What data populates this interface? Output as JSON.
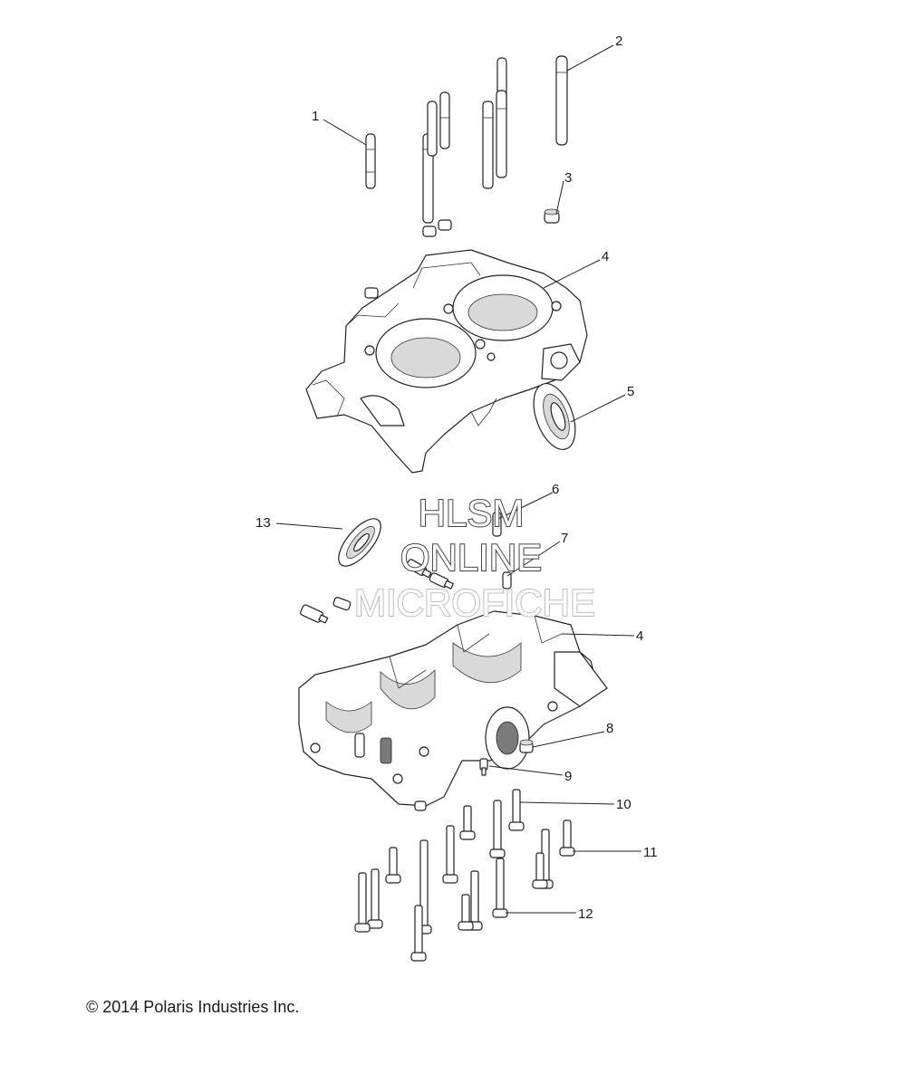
{
  "callouts": {
    "c1": "1",
    "c2": "2",
    "c3": "3",
    "c4_upper": "4",
    "c5": "5",
    "c6": "6",
    "c7": "7",
    "c13": "13",
    "c4_lower": "4",
    "c8": "8",
    "c9": "9",
    "c10": "10",
    "c11": "11",
    "c12": "12"
  },
  "watermark": {
    "line1": "HLSM",
    "line2": "ONLINE",
    "line3": "MICROFICHE"
  },
  "copyright": "© 2014 Polaris Industries Inc."
}
